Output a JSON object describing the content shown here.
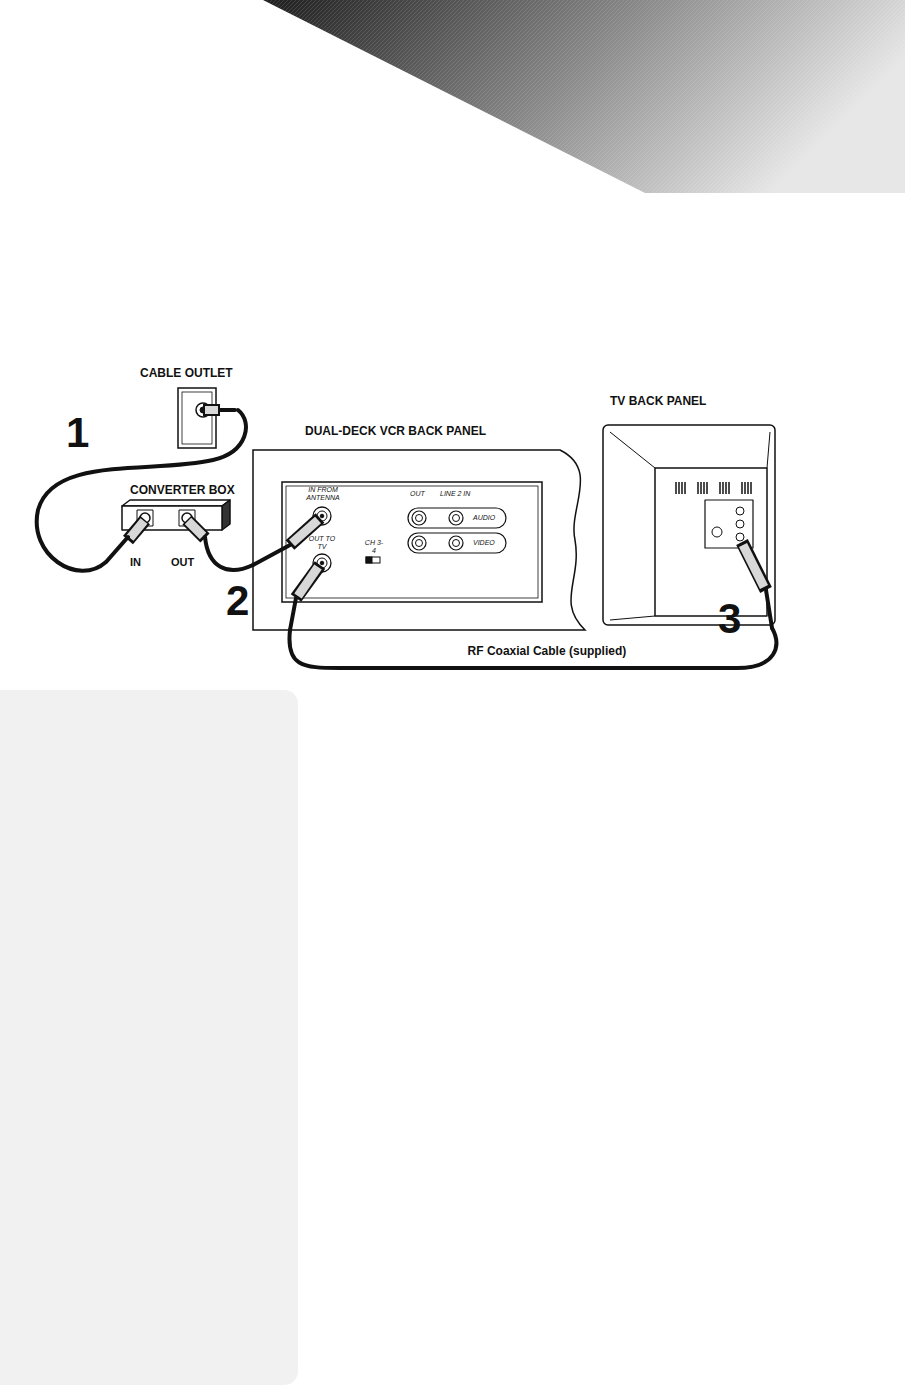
{
  "diagram": {
    "nodes": [
      {
        "text": [
          "CABLE OUTLET"
        ]
      },
      {
        "text": [
          "CONVERTER BOX"
        ]
      },
      {
        "text": [
          "DUAL-DECK VCR BACK PANEL"
        ]
      },
      {
        "text": [
          "TV BACK PANEL"
        ]
      }
    ],
    "edges": [
      {
        "from": 0,
        "to": 1,
        "arrow": "none"
      },
      {
        "from": 1,
        "to": 2,
        "arrow": "none"
      },
      {
        "from": 2,
        "to": 3,
        "label": "RF Coaxial Cable (supplied)",
        "arrow": "none"
      }
    ],
    "labels": [
      "IN",
      "OUT",
      "1",
      "IN FROM ANTENNA",
      "OUT TO TV",
      "CH 3-4",
      "OUT",
      "LINE 2 IN",
      "AUDIO",
      "VIDEO",
      "2",
      "3"
    ]
  }
}
